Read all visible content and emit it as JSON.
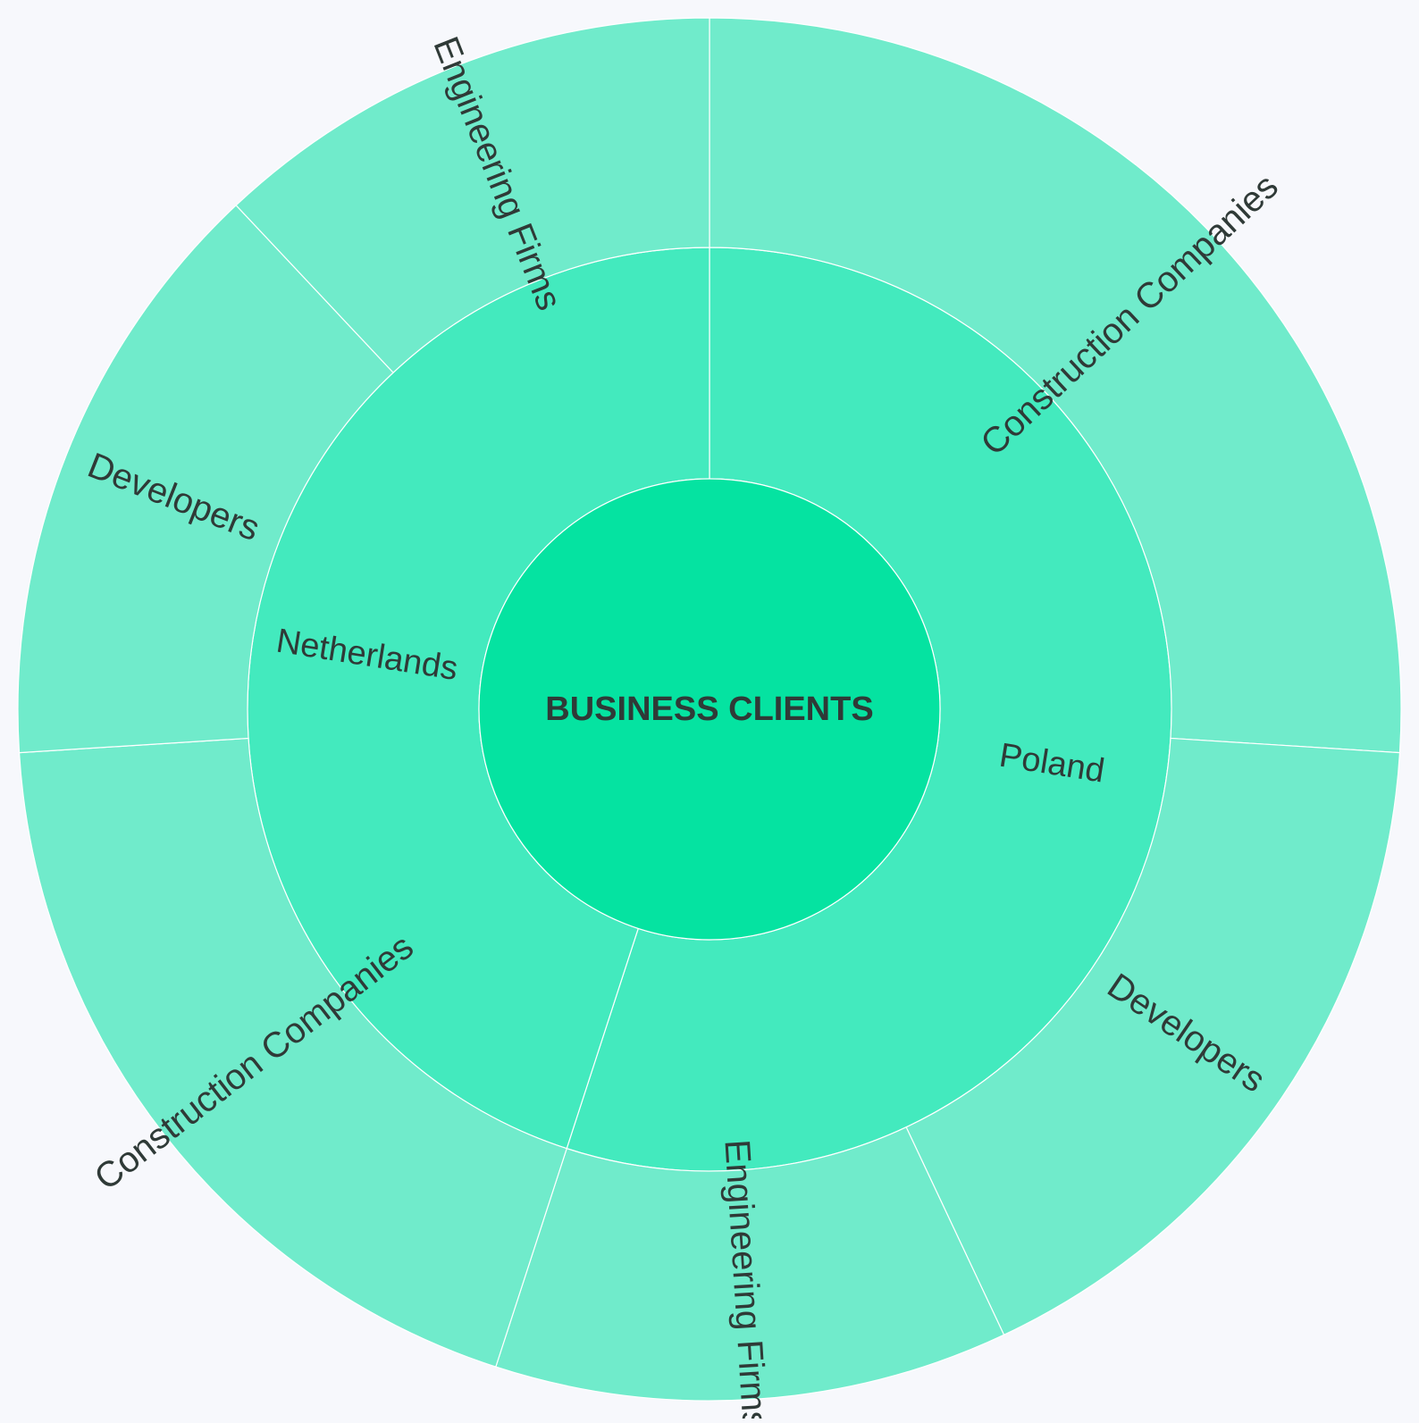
{
  "chart_data": {
    "type": "sunburst",
    "root": {
      "label": "BUSINESS CLIENTS"
    },
    "groups": [
      {
        "label": "Poland",
        "value": 55,
        "children": [
          {
            "label": "Construction Companies",
            "value": 26
          },
          {
            "label": "Developers",
            "value": 17
          },
          {
            "label": "Engineering Firms",
            "value": 12
          }
        ]
      },
      {
        "label": "Netherlands",
        "value": 45,
        "children": [
          {
            "label": "Construction Companies",
            "value": 19
          },
          {
            "label": "Developers",
            "value": 14
          },
          {
            "label": "Engineering Firms",
            "value": 12
          }
        ]
      }
    ],
    "colors": {
      "background": "#f7f8fc",
      "center": "#05e3a1",
      "ring_inner": "#43eabe",
      "ring_outer": "#70ebcb",
      "separator": "#ffffff",
      "text": "#2f3a37"
    }
  }
}
